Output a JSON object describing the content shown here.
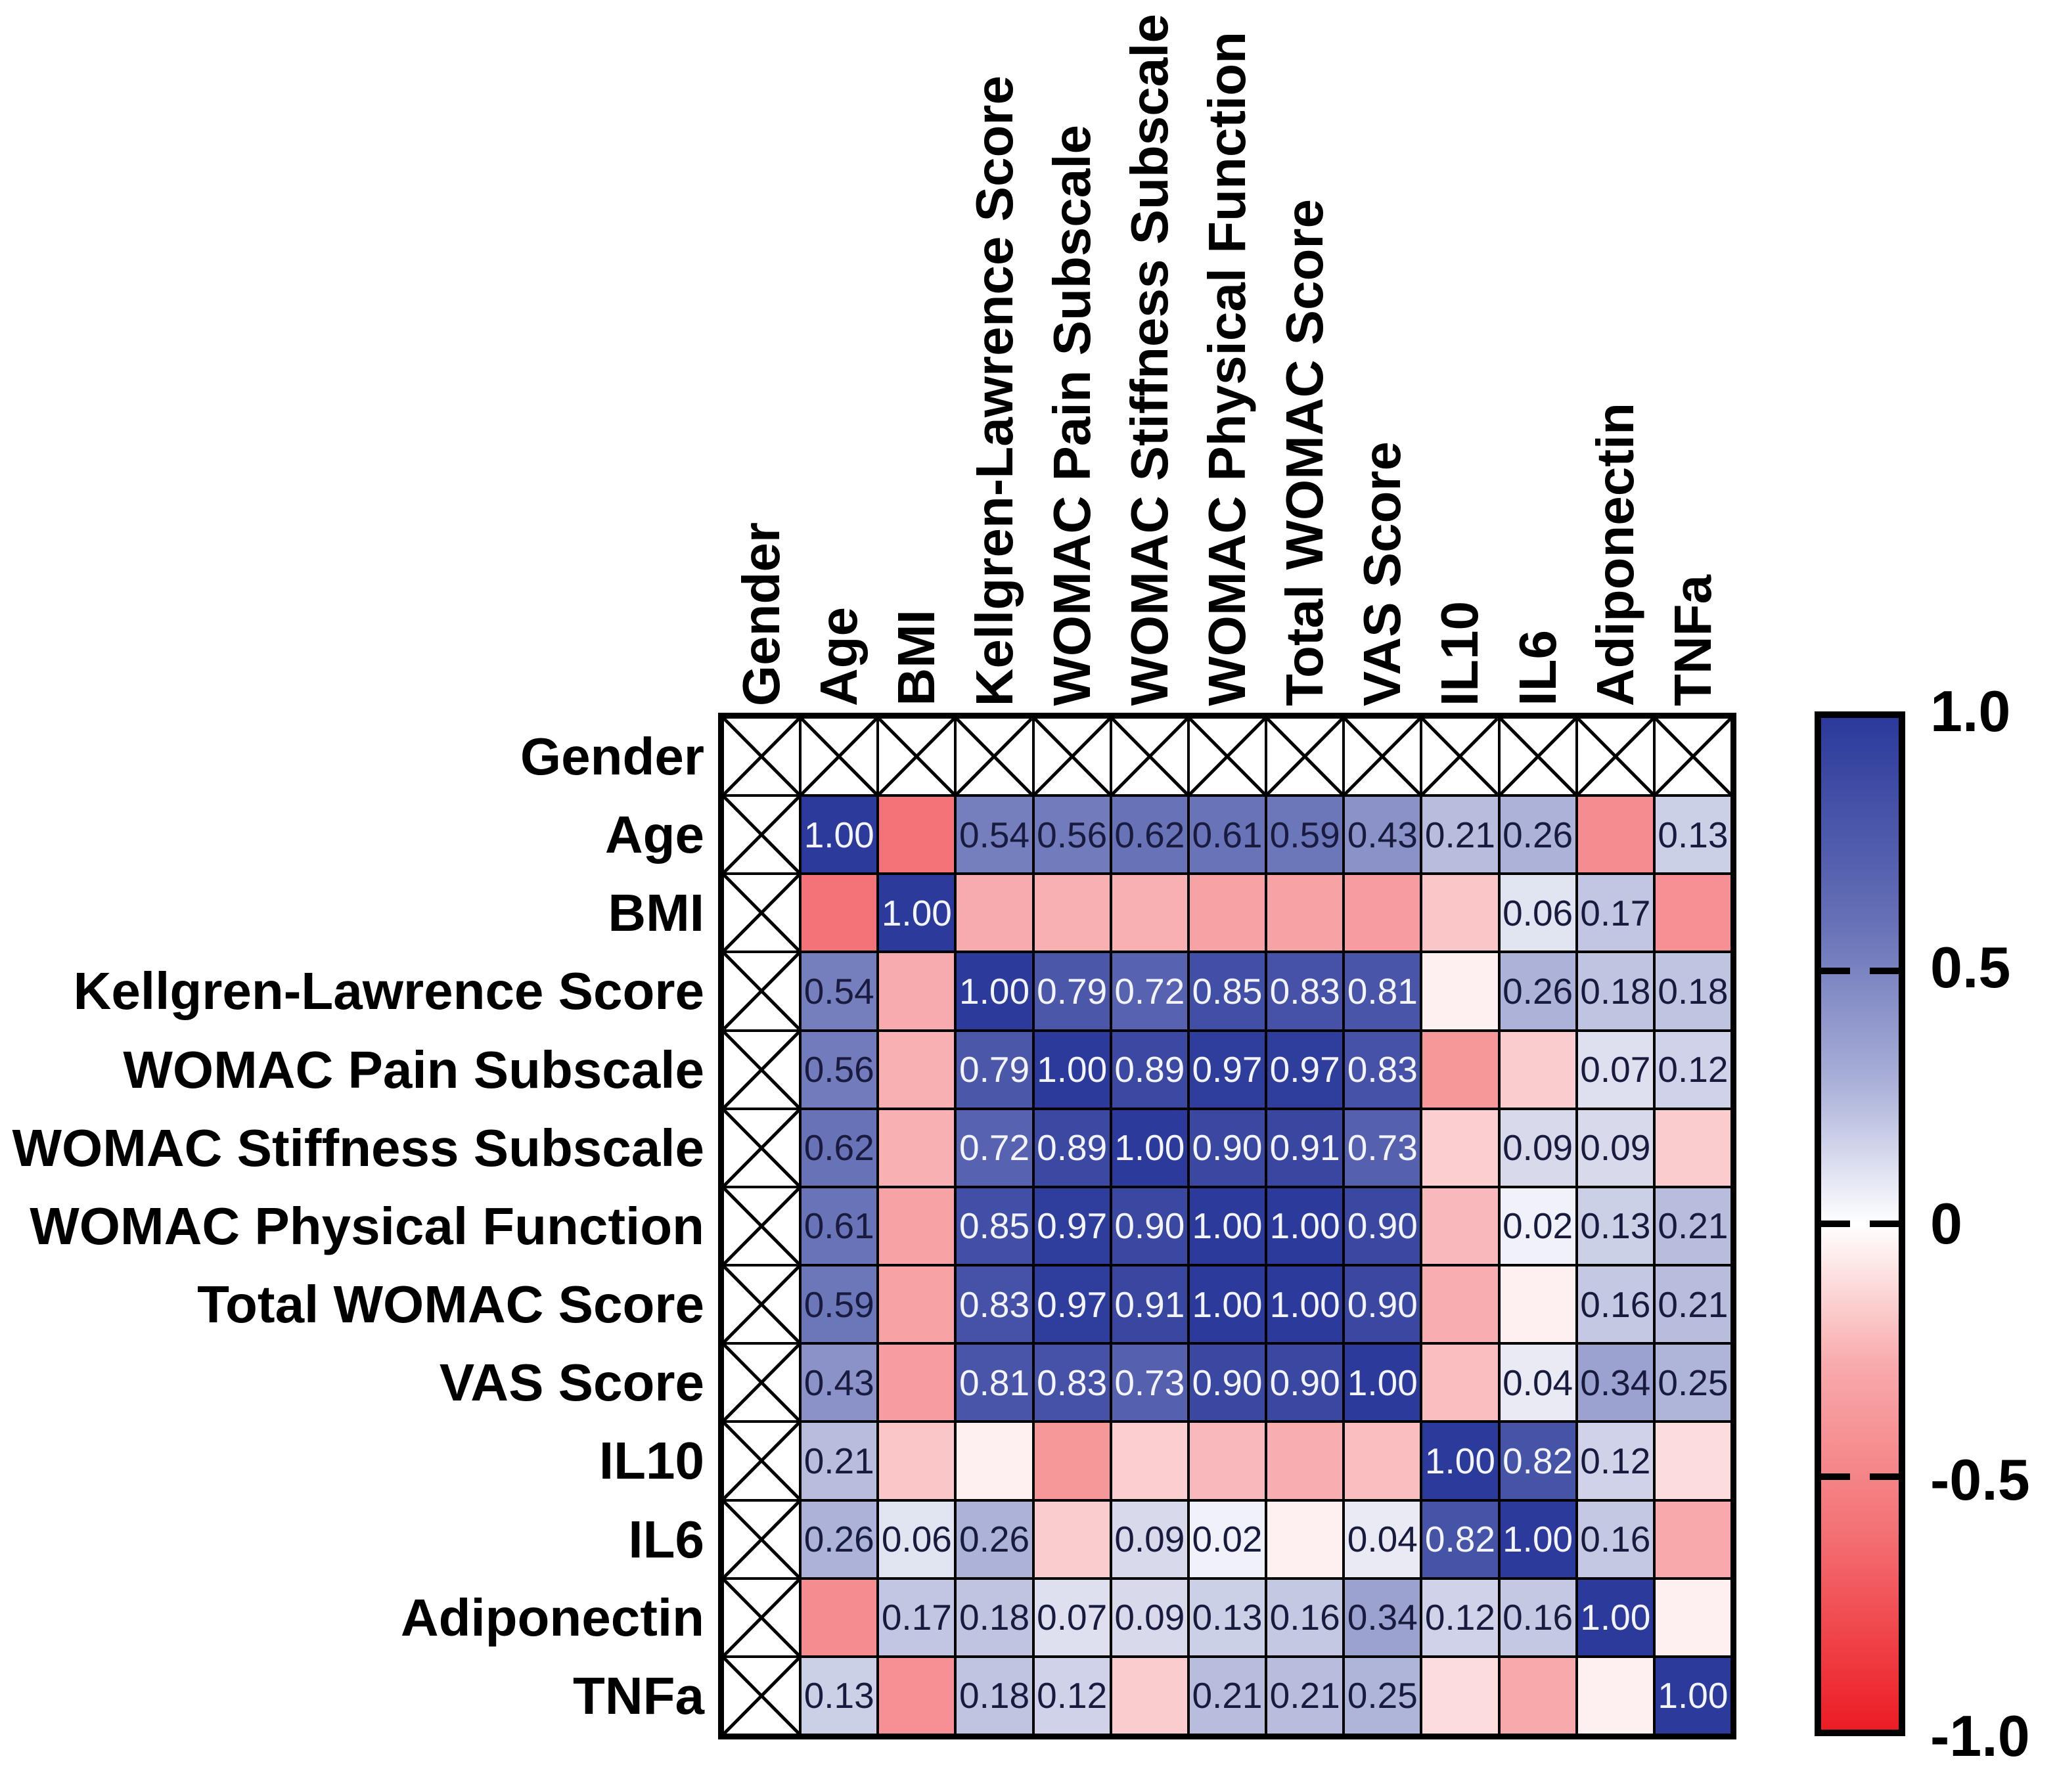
{
  "chart_data": {
    "type": "heatmap",
    "title": "",
    "variables": [
      "Gender",
      "Age",
      "BMI",
      "Kellgren-Lawrence Score",
      "WOMAC Pain Subscale",
      "WOMAC Stiffness Subscale",
      "WOMAC Physical Function",
      "Total WOMAC Score",
      "VAS Score",
      "IL10",
      "IL6",
      "Adiponectin",
      "TNFa"
    ],
    "crossed_out_variable": "Gender",
    "value_range": [
      -1,
      1
    ],
    "rows": [
      {
        "name": "Gender",
        "values": [
          null,
          null,
          null,
          null,
          null,
          null,
          null,
          null,
          null,
          null,
          null,
          null,
          null
        ],
        "labels": [
          "",
          "",
          "",
          "",
          "",
          "",
          "",
          "",
          "",
          "",
          "",
          "",
          ""
        ]
      },
      {
        "name": "Age",
        "values": [
          null,
          1.0,
          -0.5,
          0.54,
          0.56,
          0.62,
          0.61,
          0.59,
          0.43,
          0.21,
          0.26,
          -0.38,
          0.13
        ],
        "labels": [
          "",
          "1.00",
          "",
          "0.54",
          "0.56",
          "0.62",
          "0.61",
          "0.59",
          "0.43",
          "0.21",
          "0.26",
          "",
          "0.13"
        ]
      },
      {
        "name": "BMI",
        "values": [
          null,
          -0.5,
          1.0,
          -0.24,
          -0.22,
          -0.22,
          -0.28,
          -0.28,
          -0.3,
          -0.14,
          0.06,
          0.17,
          -0.36
        ],
        "labels": [
          "",
          "",
          "1.00",
          "",
          "",
          "",
          "",
          "",
          "",
          "",
          "0.06",
          "0.17",
          ""
        ]
      },
      {
        "name": "Kellgren-Lawrence Score",
        "values": [
          null,
          0.54,
          -0.24,
          1.0,
          0.79,
          0.72,
          0.85,
          0.83,
          0.81,
          -0.02,
          0.26,
          0.18,
          0.18
        ],
        "labels": [
          "",
          "0.54",
          "",
          "1.00",
          "0.79",
          "0.72",
          "0.85",
          "0.83",
          "0.81",
          "",
          "0.26",
          "0.18",
          "0.18"
        ]
      },
      {
        "name": "WOMAC Pain Subscale",
        "values": [
          null,
          0.56,
          -0.22,
          0.79,
          1.0,
          0.89,
          0.97,
          0.97,
          0.83,
          -0.33,
          -0.12,
          0.07,
          0.12
        ],
        "labels": [
          "",
          "0.56",
          "",
          "0.79",
          "1.00",
          "0.89",
          "0.97",
          "0.97",
          "0.83",
          "",
          "",
          "0.07",
          "0.12"
        ]
      },
      {
        "name": "WOMAC Stiffness Subscale",
        "values": [
          null,
          0.62,
          -0.22,
          0.72,
          0.89,
          1.0,
          0.9,
          0.91,
          0.73,
          -0.11,
          0.09,
          0.09,
          -0.12
        ],
        "labels": [
          "",
          "0.62",
          "",
          "0.72",
          "0.89",
          "1.00",
          "0.90",
          "0.91",
          "0.73",
          "",
          "0.09",
          "0.09",
          ""
        ]
      },
      {
        "name": "WOMAC Physical Function",
        "values": [
          null,
          0.61,
          -0.28,
          0.85,
          0.97,
          0.9,
          1.0,
          1.0,
          0.9,
          -0.19,
          0.02,
          0.13,
          0.21
        ],
        "labels": [
          "",
          "0.61",
          "",
          "0.85",
          "0.97",
          "0.90",
          "1.00",
          "1.00",
          "0.90",
          "",
          "0.02",
          "0.13",
          "0.21"
        ]
      },
      {
        "name": "Total WOMAC Score",
        "values": [
          null,
          0.59,
          -0.28,
          0.83,
          0.97,
          0.91,
          1.0,
          1.0,
          0.9,
          -0.23,
          -0.02,
          0.16,
          0.21
        ],
        "labels": [
          "",
          "0.59",
          "",
          "0.83",
          "0.97",
          "0.91",
          "1.00",
          "1.00",
          "0.90",
          "",
          "",
          "0.16",
          "0.21"
        ]
      },
      {
        "name": "VAS Score",
        "values": [
          null,
          0.43,
          -0.3,
          0.81,
          0.83,
          0.73,
          0.9,
          0.9,
          1.0,
          -0.17,
          0.04,
          0.34,
          0.25
        ],
        "labels": [
          "",
          "0.43",
          "",
          "0.81",
          "0.83",
          "0.73",
          "0.90",
          "0.90",
          "1.00",
          "",
          "0.04",
          "0.34",
          "0.25"
        ]
      },
      {
        "name": "IL10",
        "values": [
          null,
          0.21,
          -0.14,
          -0.02,
          -0.33,
          -0.11,
          -0.19,
          -0.23,
          -0.17,
          1.0,
          0.82,
          0.12,
          -0.07
        ],
        "labels": [
          "",
          "0.21",
          "",
          "",
          "",
          "",
          "",
          "",
          "",
          "1.00",
          "0.82",
          "0.12",
          ""
        ]
      },
      {
        "name": "IL6",
        "values": [
          null,
          0.26,
          0.06,
          0.26,
          -0.12,
          0.09,
          0.02,
          -0.02,
          0.04,
          0.82,
          1.0,
          0.16,
          -0.25
        ],
        "labels": [
          "",
          "0.26",
          "0.06",
          "0.26",
          "",
          "0.09",
          "0.02",
          "",
          "0.04",
          "0.82",
          "1.00",
          "0.16",
          ""
        ]
      },
      {
        "name": "Adiponectin",
        "values": [
          null,
          -0.38,
          0.17,
          0.18,
          0.07,
          0.09,
          0.13,
          0.16,
          0.34,
          0.12,
          0.16,
          1.0,
          -0.02
        ],
        "labels": [
          "",
          "",
          "0.17",
          "0.18",
          "0.07",
          "0.09",
          "0.13",
          "0.16",
          "0.34",
          "0.12",
          "0.16",
          "1.00",
          ""
        ]
      },
      {
        "name": "TNFa",
        "values": [
          null,
          0.13,
          -0.36,
          0.18,
          0.12,
          -0.12,
          0.21,
          0.21,
          0.25,
          -0.07,
          -0.25,
          -0.02,
          1.0
        ],
        "labels": [
          "",
          "0.13",
          "",
          "0.18",
          "0.12",
          "",
          "0.21",
          "0.21",
          "0.25",
          "",
          "",
          "",
          "1.00"
        ]
      }
    ],
    "colorbar": {
      "tick_labels": [
        "1.0",
        "0.5",
        "0",
        "-0.5",
        "-1.0"
      ],
      "max": 1,
      "min": -1,
      "positive_color": "#2B3A9B",
      "zero_color": "#FFFFFF",
      "negative_color": "#EC1C24"
    },
    "cell_text_colors": {
      "on_dark": "#F4F5FC",
      "on_light": "#181A3E"
    },
    "layout": {
      "grid_on": true,
      "legend_position": "right-colorbar",
      "x_labels_rotation": 90
    }
  }
}
